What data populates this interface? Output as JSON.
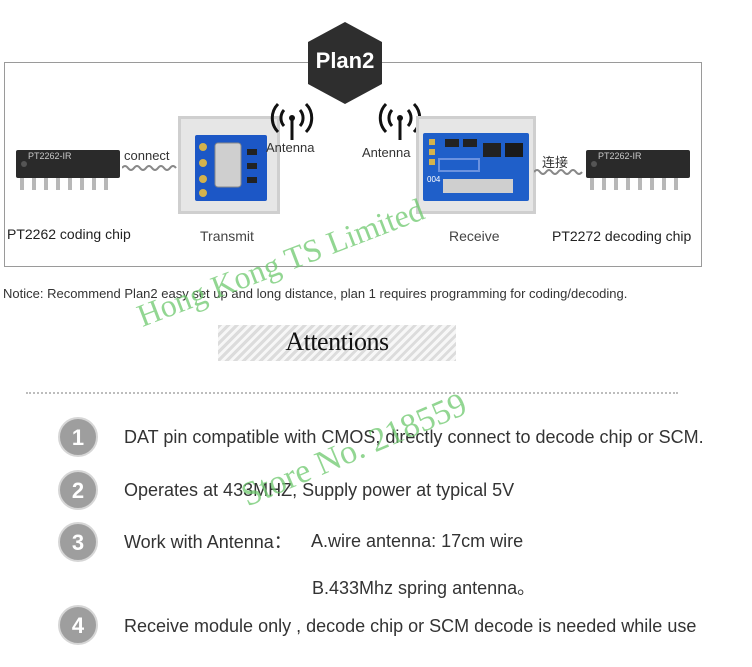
{
  "badge": "Plan2",
  "diagram": {
    "left_chip_text": "PT2262 coding chip",
    "left_connect": "connect",
    "tx_antenna": "Antenna",
    "tx_label": "Transmit",
    "rx_antenna": "Antenna",
    "rx_label": "Receive",
    "right_connect": "连接",
    "right_chip_text": "PT2272 decoding chip",
    "left_chip_marking": "PT2262-IR",
    "right_chip_marking": "PT2262-IR",
    "rx_board_marking": "004"
  },
  "notice": "Notice: Recommend Plan2 easy set up and long distance, plan 1 requires programming for coding/decoding.",
  "attentions_title": "Attentions",
  "items": [
    {
      "num": "1",
      "text": "DAT pin compatible with CMOS, directly connect to decode chip or SCM."
    },
    {
      "num": "2",
      "text": "Operates at 433MHZ, Supply power at typical 5V"
    },
    {
      "num": "3",
      "text": "Work with Antenna：",
      "text2": "A.wire antenna: 17cm wire",
      "text3": "B.433Mhz spring antenna。"
    },
    {
      "num": "4",
      "text": "Receive module only , decode chip or SCM decode is needed while use"
    }
  ],
  "watermark": {
    "line1": "Hong Kong TS Limited",
    "line2": "Store No. 218559"
  },
  "colors": {
    "badge_bg": "#2e2e2e",
    "number_circle": "#9e9e9e",
    "watermark": "#6ec86e",
    "tx_board": "#1c57c6",
    "rx_board": "#1f5fc9"
  }
}
